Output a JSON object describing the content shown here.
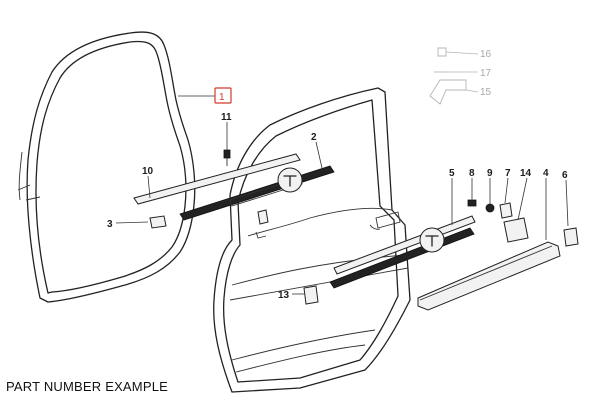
{
  "caption": "PART NUMBER EXAMPLE",
  "colors": {
    "highlight_box": "#d23a2a",
    "faded": "#a8a8a8",
    "ink": "#222222"
  },
  "callouts": [
    {
      "id": "1",
      "label": "1",
      "style": "boxed"
    },
    {
      "id": "2",
      "label": "2",
      "style": "normal"
    },
    {
      "id": "3",
      "label": "3",
      "style": "normal"
    },
    {
      "id": "4",
      "label": "4",
      "style": "normal"
    },
    {
      "id": "5",
      "label": "5",
      "style": "normal"
    },
    {
      "id": "6",
      "label": "6",
      "style": "normal"
    },
    {
      "id": "7",
      "label": "7",
      "style": "normal"
    },
    {
      "id": "8",
      "label": "8",
      "style": "normal"
    },
    {
      "id": "9",
      "label": "9",
      "style": "normal"
    },
    {
      "id": "10",
      "label": "10",
      "style": "normal"
    },
    {
      "id": "11",
      "label": "11",
      "style": "normal"
    },
    {
      "id": "13",
      "label": "13",
      "style": "normal"
    },
    {
      "id": "14",
      "label": "14",
      "style": "normal"
    },
    {
      "id": "15",
      "label": "15",
      "style": "faded"
    },
    {
      "id": "16",
      "label": "16",
      "style": "faded"
    },
    {
      "id": "17",
      "label": "17",
      "style": "faded"
    }
  ]
}
